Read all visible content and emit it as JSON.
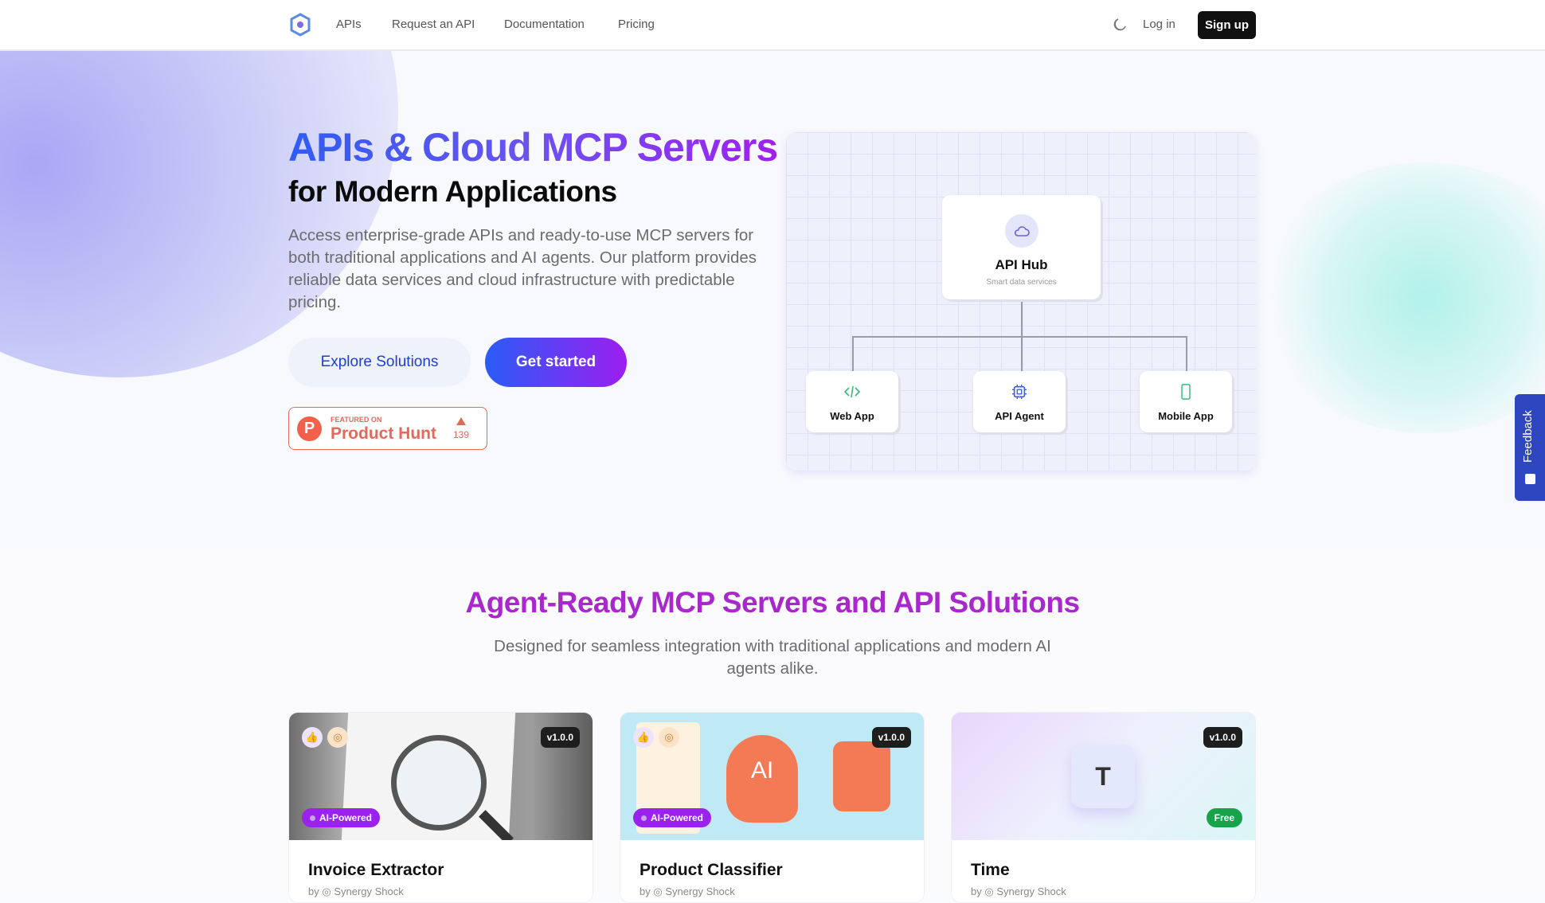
{
  "nav": {
    "links": [
      "APIs",
      "Request an API",
      "Documentation",
      "Pricing"
    ],
    "login": "Log in",
    "signup": "Sign up"
  },
  "hero": {
    "title": "APIs & Cloud MCP Servers",
    "subtitle": "for Modern Applications",
    "description": "Access enterprise-grade APIs and ready-to-use MCP servers for both traditional applications and AI agents. Our platform provides reliable data services and cloud infrastructure with predictable pricing.",
    "explore": "Explore Solutions",
    "get_started": "Get started",
    "product_hunt": {
      "featured": "FEATURED ON",
      "name": "Product Hunt",
      "count": "139",
      "letter": "P"
    }
  },
  "diagram": {
    "hub_title": "API Hub",
    "hub_sub": "Smart data services",
    "nodes": [
      "Web App",
      "API Agent",
      "Mobile App"
    ]
  },
  "feedback": "Feedback",
  "section": {
    "title": "Agent-Ready MCP Servers and API Solutions",
    "subtitle": "Designed for seamless integration with traditional applications and modern AI agents alike."
  },
  "cards": [
    {
      "title": "Invoice Extractor",
      "by": "by",
      "author": "Synergy Shock",
      "version": "v1.0.0",
      "badge": "AI-Powered"
    },
    {
      "title": "Product Classifier",
      "by": "by",
      "author": "Synergy Shock",
      "version": "v1.0.0",
      "badge": "AI-Powered",
      "image_text": "AI"
    },
    {
      "title": "Time",
      "by": "by",
      "author": "Synergy Shock",
      "version": "v1.0.0",
      "badge": "Free",
      "tile": "T"
    }
  ]
}
